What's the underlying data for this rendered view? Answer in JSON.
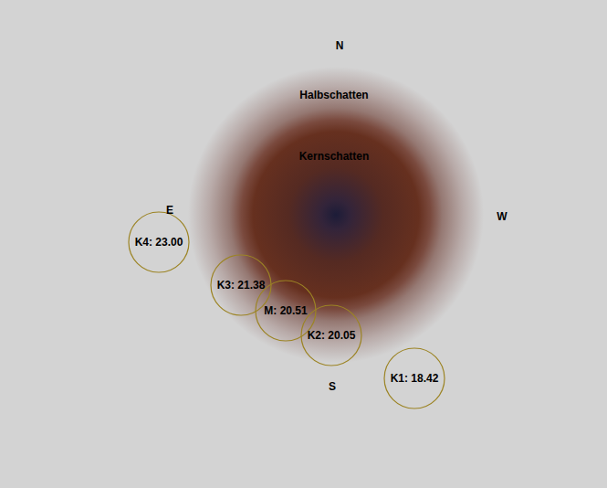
{
  "diagram": {
    "nodes": [
      {
        "text": [
          "K4: 23.00"
        ]
      },
      {
        "text": [
          "K3: 21.38"
        ]
      },
      {
        "text": [
          "M: 20.51"
        ]
      },
      {
        "text": [
          "K2: 20.05"
        ]
      },
      {
        "text": [
          "K1: 18.42"
        ]
      }
    ],
    "labels": [
      "N",
      "Halbschatten",
      "Kernschatten",
      "E",
      "W",
      "S"
    ]
  }
}
